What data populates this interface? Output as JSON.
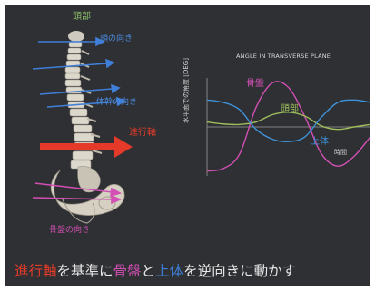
{
  "left_labels": {
    "head": "頭部",
    "head_direction": "頭の向き",
    "torso_direction": "体幹の向き",
    "travel_axis": "進行軸",
    "pelvis_direction": "骨盤の向き"
  },
  "chart": {
    "title": "ANGLE IN TRANSVERSE PLANE",
    "ylabel": "水平面での角度 [DEG]",
    "xlabel": "時間",
    "series_labels": {
      "pelvis": "骨盤",
      "head": "頭部",
      "upper_body": "上体"
    }
  },
  "chart_data": {
    "type": "line",
    "title": "ANGLE IN TRANSVERSE PLANE",
    "xlabel": "時間",
    "ylabel": "水平面での角度 [DEG]",
    "ylim": [
      -1,
      1
    ],
    "x": [
      0,
      0.1,
      0.2,
      0.3,
      0.4,
      0.5,
      0.6,
      0.7,
      0.8,
      0.9,
      1.0
    ],
    "series": [
      {
        "name": "骨盤",
        "color": "#d24fb4",
        "values": [
          -0.9,
          -0.85,
          -0.55,
          0.4,
          0.9,
          0.8,
          0.2,
          -0.55,
          -0.8,
          -0.6,
          -0.2
        ]
      },
      {
        "name": "頭部",
        "color": "#9ebd5c",
        "values": [
          0.1,
          0.06,
          0.05,
          0.1,
          0.25,
          0.3,
          0.22,
          0.02,
          -0.05,
          0.0,
          0.05
        ]
      },
      {
        "name": "上体",
        "color": "#3f92d8",
        "values": [
          0.55,
          0.5,
          0.35,
          -0.05,
          -0.25,
          -0.3,
          -0.2,
          0.2,
          0.5,
          0.55,
          0.5
        ]
      }
    ],
    "grid": false,
    "zero_line": true
  },
  "caption": {
    "part1": "進行軸",
    "part2": "を基準に",
    "part3": "骨盤",
    "part4": "と",
    "part5": "上体",
    "part6": "を逆向きに動かす"
  },
  "colors": {
    "background": "#2f3033",
    "red": "#e53a2a",
    "magenta": "#d24fb4",
    "blue": "#3f7fd8",
    "green": "#8cc06a",
    "white_text": "#e8e8e8"
  }
}
